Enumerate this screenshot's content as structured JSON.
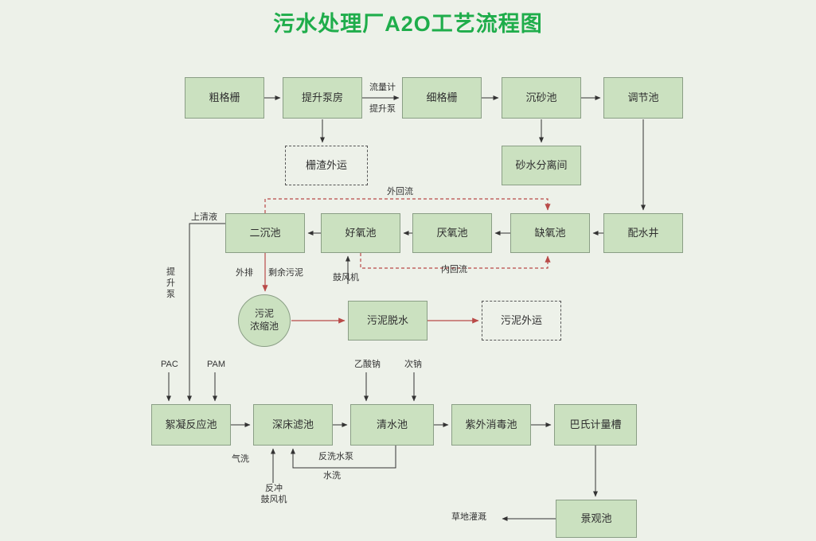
{
  "title": "污水处理厂A2O工艺流程图",
  "colors": {
    "background": "#edf1e9",
    "node_fill": "#cbe1c0",
    "node_border": "#8a9e85",
    "title_green": "#1fad4b",
    "arrow": "#333333",
    "red_line": "#b94a48"
  },
  "nodes": {
    "coarse_screen": "粗格栅",
    "lift_pump_station": "提升泵房",
    "fine_screen": "细格栅",
    "grit_chamber": "沉砂池",
    "regulating_tank": "调节池",
    "screenings_out": "栅渣外运",
    "sand_water_separation": "砂水分离间",
    "secondary_clarifier": "二沉池",
    "aerobic_tank": "好氧池",
    "anaerobic_tank": "厌氧池",
    "anoxic_tank": "缺氧池",
    "distribution_well": "配水井",
    "sludge_thickener": "污泥\n浓缩池",
    "sludge_dewatering": "污泥脱水",
    "sludge_out": "污泥外运",
    "flocculation_tank": "絮凝反应池",
    "deep_bed_filter": "深床滤池",
    "clear_water_tank": "清水池",
    "uv_disinfection_tank": "紫外消毒池",
    "parshall_flume": "巴氏计量槽",
    "landscape_pond": "景观池"
  },
  "labels": {
    "flow_meter": "流量计",
    "lift_pump": "提升泵",
    "external_reflux": "外回流",
    "supernatant": "上清液",
    "internal_reflux": "内回流",
    "discharge": "外排",
    "excess_sludge": "剩余污泥",
    "blower": "鼓风机",
    "lift_pump_vertical": "提\n升\n泵",
    "pac": "PAC",
    "pam": "PAM",
    "sodium_acetate": "乙酸钠",
    "sodium_hypochlorite": "次钠",
    "air_wash": "气洗",
    "backwash_pump": "反洗水泵",
    "water_wash": "水洗",
    "backwash_blower": "反冲\n鼓风机",
    "grass_irrigation": "草地灌溉"
  }
}
